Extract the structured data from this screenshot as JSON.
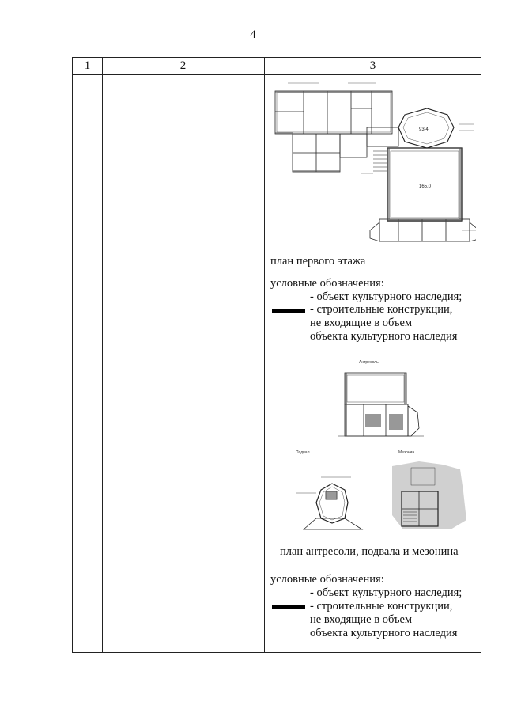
{
  "page_number": "4",
  "table": {
    "headers": [
      "1",
      "2",
      "3"
    ]
  },
  "first_floor": {
    "caption": "план первого этажа",
    "annotations": {
      "area_main": "165,0",
      "big_hall": "93,4"
    }
  },
  "legend_1": {
    "title": "условные обозначения:",
    "heritage": "- объект культурного наследия;",
    "structures_l1": "- строительные конструкции,",
    "structures_l2": "не входящие в объем",
    "structures_l3": "объекта культурного наследия"
  },
  "antresol": {
    "title": "Антресоль"
  },
  "basement": {
    "title": "Подвал"
  },
  "mezzanine": {
    "title": "Мезонин"
  },
  "second_group": {
    "caption": "план антресоли, подвала и мезонина"
  },
  "legend_2": {
    "title": "условные обозначения:",
    "heritage": "- объект культурного наследия;",
    "structures_l1": "- строительные конструкции,",
    "structures_l2": "не входящие в объем",
    "structures_l3": "объекта культурного наследия"
  },
  "colors": {
    "ink": "#111111",
    "hatch": "#555555",
    "wall": "#000000"
  }
}
